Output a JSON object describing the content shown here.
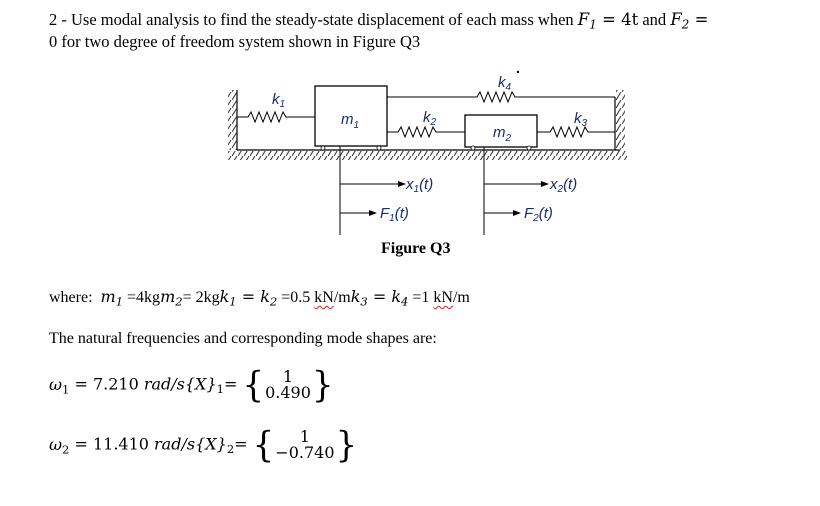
{
  "problem": {
    "number": "2",
    "line1_prefix": "2 - Use modal analysis to find the steady-state displacement of each mass when ",
    "f1_symbol": "F",
    "f1_sub": "1",
    "f1_value": " = 4t",
    "and_text": " and ",
    "f2_symbol": "F",
    "f2_sub": "2",
    "f2_eq": " =",
    "line2": "0 for two degree of freedom system shown in Figure Q3"
  },
  "figure": {
    "caption": "Figure Q3",
    "labels": {
      "k1": "k",
      "k1_sub": "1",
      "k2": "k",
      "k2_sub": "2",
      "k3": "k",
      "k3_sub": "3",
      "k4": "k",
      "k4_sub": "4",
      "m1": "m",
      "m1_sub": "1",
      "m2": "m",
      "m2_sub": "2",
      "x1": "x",
      "x1_sub": "1",
      "x1_arg": "(t)",
      "x2": "x",
      "x2_sub": "2",
      "x2_arg": "(t)",
      "F1": "F",
      "F1_sub": "1",
      "F1_arg": "(t)",
      "F2": "F",
      "F2_sub": "2",
      "F2_arg": "(t)"
    },
    "label_color": "#1a2a6c"
  },
  "givens": {
    "prefix": "where:",
    "m1_sym": "m",
    "m1_sub": "1",
    "m1_val": " =4kg",
    "m2_sym": "m",
    "m2_sub": "2",
    "m2_val": "= 2kg",
    "k1_sym": "k",
    "k1_sub": "1",
    "eq1": " = ",
    "k2_sym": "k",
    "k2_sub": "2",
    "k12_val": " =0.5 ",
    "unit1_a": "kN",
    "unit1_b": "/m",
    "k3_sym": "k",
    "k3_sub": "3",
    "eq2": " = ",
    "k4_sym": "k",
    "k4_sub": "4",
    "k34_val": " =1 ",
    "unit2_a": "kN",
    "unit2_b": "/m"
  },
  "intro_modes": "The natural frequencies and corresponding mode shapes are:",
  "modes": [
    {
      "omega_sym": "ω",
      "omega_sub": "1",
      "omega_val": " = 7.210 ",
      "unit": "rad/s",
      "vec_label": "{X}",
      "vec_sub": "1",
      "vec_eq": "=",
      "vec_top": "1",
      "vec_bottom": "0.490"
    },
    {
      "omega_sym": "ω",
      "omega_sub": "2",
      "omega_val": " = 11.410 ",
      "unit": "rad/s",
      "vec_label": "{X}",
      "vec_sub": "2",
      "vec_eq": "=",
      "vec_top": "1",
      "vec_bottom": "−0.740"
    }
  ]
}
